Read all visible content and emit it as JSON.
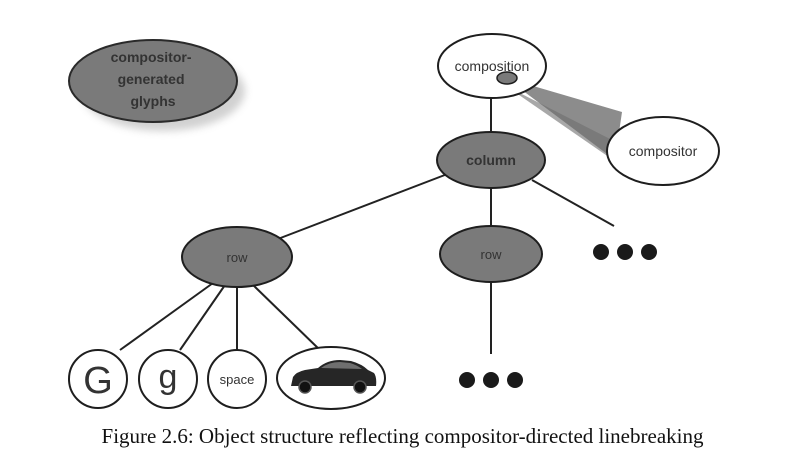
{
  "diagram": {
    "nodes": {
      "legend": {
        "line1": "compositor-",
        "line2": "generated",
        "line3": "glyphs"
      },
      "composition": "composition",
      "compositor": "compositor",
      "column": "column",
      "row_left": "row",
      "row_right": "row",
      "glyph_G": "G",
      "glyph_g": "g",
      "glyph_space": "space"
    },
    "icons": {
      "car": "car-icon",
      "ellipsis": "ellipsis-icon"
    },
    "colors": {
      "generated_fill": "#7a7a7a",
      "plain_fill": "#ffffff",
      "outline": "#1e1e1e",
      "beam": "#8c8c8c"
    }
  },
  "caption": "Figure 2.6: Object structure reflecting compositor-directed linebreaking"
}
